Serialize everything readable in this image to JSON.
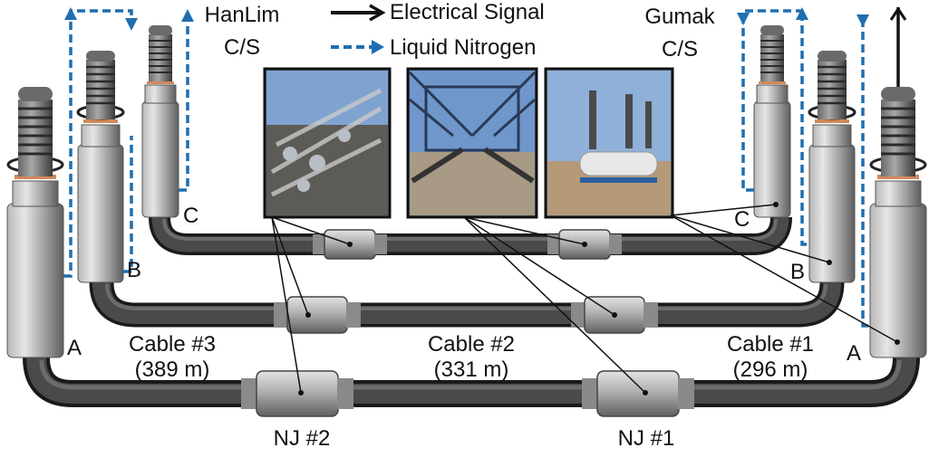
{
  "legend": {
    "electrical": "Electrical Signal",
    "nitrogen": "Liquid Nitrogen"
  },
  "stations": {
    "left_name": "HanLim",
    "left_suffix": "C/S",
    "right_name": "Gumak",
    "right_suffix": "C/S"
  },
  "phases": {
    "a": "A",
    "b": "B",
    "c": "C"
  },
  "cables": [
    {
      "name": "Cable #3",
      "length": "(389 m)"
    },
    {
      "name": "Cable #2",
      "length": "(331 m)"
    },
    {
      "name": "Cable #1",
      "length": "(296 m)"
    }
  ],
  "joints": {
    "nj2": "NJ #2",
    "nj1": "NJ #1"
  },
  "colors": {
    "nitrogen": "#1f6fb0",
    "signal": "#111111",
    "cable": "#3c3c3c",
    "termination": "#9a9a9a"
  }
}
